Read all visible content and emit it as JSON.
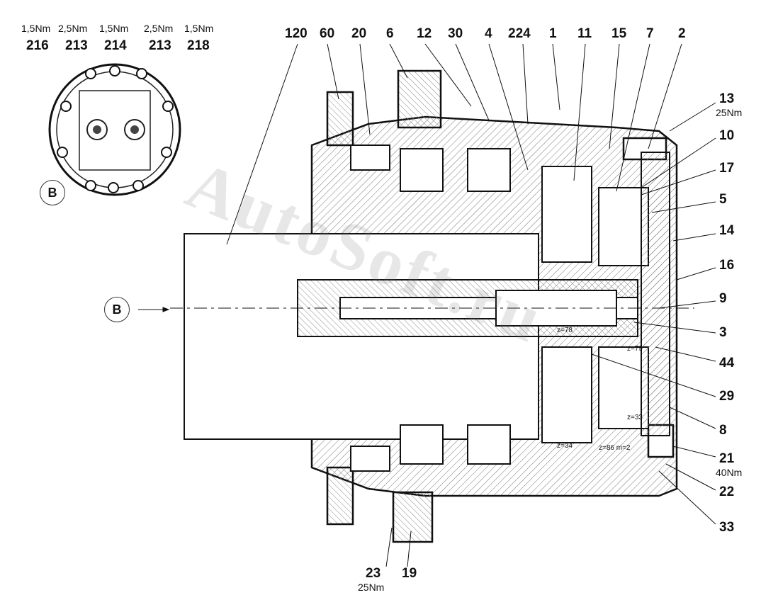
{
  "top_labels": [
    "120",
    "60",
    "20",
    "6",
    "12",
    "30",
    "4",
    "224",
    "1",
    "11",
    "15",
    "7",
    "2"
  ],
  "right_labels": [
    "13",
    "10",
    "17",
    "5",
    "14",
    "16",
    "9",
    "3",
    "44",
    "29",
    "8",
    "21",
    "22",
    "33"
  ],
  "bottom_labels": [
    "23",
    "19"
  ],
  "inset_labels": [
    "216",
    "213",
    "214",
    "213",
    "218"
  ],
  "inset_torques": [
    "1,5Nm",
    "2,5Nm",
    "1,5Nm",
    "2,5Nm",
    "1,5Nm"
  ],
  "right_torques": {
    "t13": "25Nm",
    "t21": "40Nm"
  },
  "bottom_torque": "25Nm",
  "view_label": "B",
  "view_arrow_label": "B",
  "gear_marks": [
    "z=78",
    "z=79",
    "z=33",
    "z=34",
    "z=86  m=2"
  ],
  "watermark": "AutoSoft.ru"
}
